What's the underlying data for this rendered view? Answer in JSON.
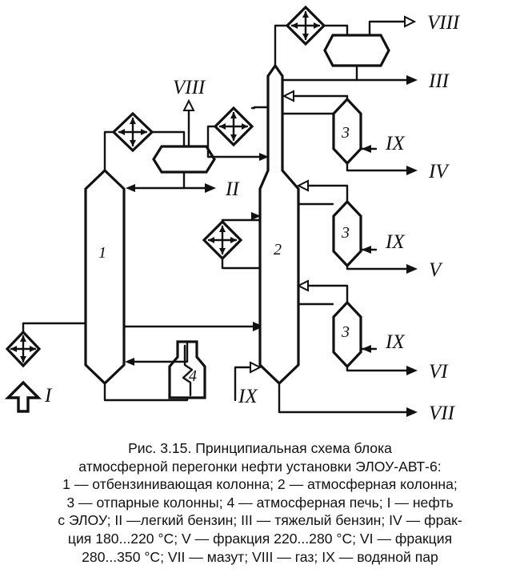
{
  "diagram": {
    "streams": {
      "I": "I",
      "II": "II",
      "III": "III",
      "IV": "IV",
      "V": "V",
      "VI": "VI",
      "VII": "VII",
      "VIII_top": "VIII",
      "VIII_left": "VIII",
      "IX_1": "IX",
      "IX_2": "IX",
      "IX_3": "IX",
      "IX_bottom": "IX"
    },
    "units": {
      "column_1": "1",
      "column_2": "2",
      "stripper_a": "3",
      "stripper_b": "3",
      "stripper_c": "3",
      "furnace": "4"
    }
  },
  "caption": {
    "lines": [
      "Рис. 3.15. Принципиальная схема блока",
      "атмосферной перегонки нефти установки ЭЛОУ-АВТ-6:",
      "1 — отбензинивающая колонна; 2 — атмосферная колонна;",
      "3 — отпарные колонны; 4 — атмосферная печь; I — нефть",
      "с ЭЛОУ; II —легкий бензин; III — тяжелый бензин; IV — фрак-",
      "ция 180...220 °С; V — фракция 220...280 °С; VI — фракция",
      "280...350 °С; VII — мазут; VIII — газ; IX — водяной пар"
    ]
  }
}
